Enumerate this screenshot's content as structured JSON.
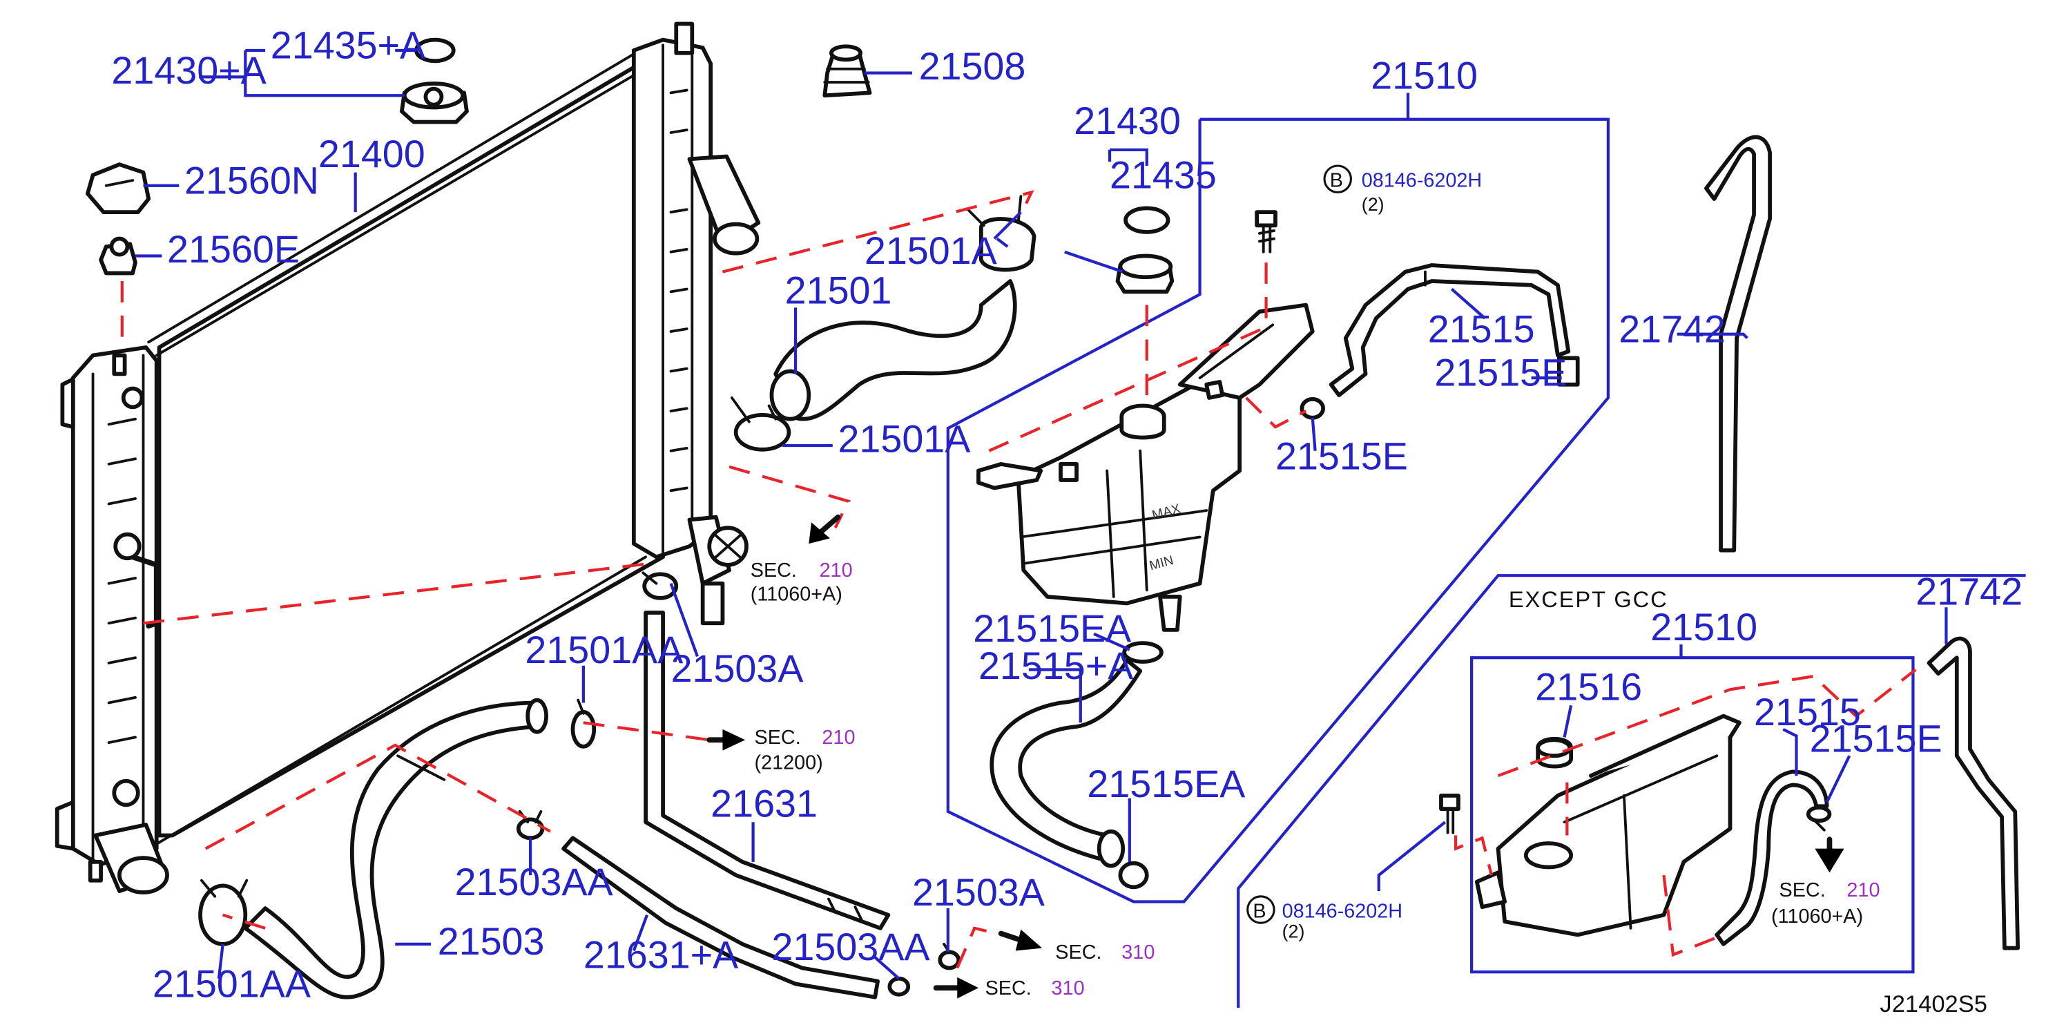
{
  "diagram": {
    "drawing_number": "J21402S5",
    "variant_header": "EXCEPT  GCC",
    "bolt_callout_letter": "B",
    "labels": {
      "l21430A": "21430+A",
      "l21435A": "21435+A",
      "l21508": "21508",
      "l21400": "21400",
      "l21560N": "21560N",
      "l21560E": "21560E",
      "l21430": "21430",
      "l21435": "21435",
      "l21501A_top": "21501A",
      "l21501": "21501",
      "l21501A_mid": "21501A",
      "l21503A_mid": "21503A",
      "l21501AA_mid": "21501AA",
      "l21631": "21631",
      "l21503AA_mid": "21503AA",
      "l21503": "21503",
      "l21501AA_bot": "21501AA",
      "l21631A": "21631+A",
      "l21503AA_bot": "21503AA",
      "l21503A_bot": "21503A",
      "l21510": "21510",
      "l21515": "21515",
      "l21515E_top": "21515E",
      "l21515E_mid": "21515E",
      "l21515EA_top": "21515EA",
      "l21515A": "21515+A",
      "l21515EA_bot": "21515EA",
      "l21742_top": "21742",
      "l21742_bot": "21742",
      "l21510_gcc": "21510",
      "l21516": "21516",
      "l21515_gcc": "21515",
      "l21515E_gcc": "21515E"
    },
    "bolts": {
      "top": {
        "part": "08146-6202H",
        "qty": "(2)"
      },
      "bottom": {
        "part": "08146-6202H",
        "qty": "(2)"
      }
    },
    "section_refs": {
      "s210_hose": {
        "sec": "SEC.",
        "num": "210",
        "sub": "(11060+A)"
      },
      "s210_pump": {
        "sec": "SEC.",
        "num": "210",
        "sub": "(21200)"
      },
      "s310_a": {
        "sec": "SEC.",
        "num": "310"
      },
      "s310_b": {
        "sec": "SEC.",
        "num": "310"
      },
      "s210_gcc": {
        "sec": "SEC.",
        "num": "210",
        "sub": "(11060+A)"
      }
    }
  }
}
